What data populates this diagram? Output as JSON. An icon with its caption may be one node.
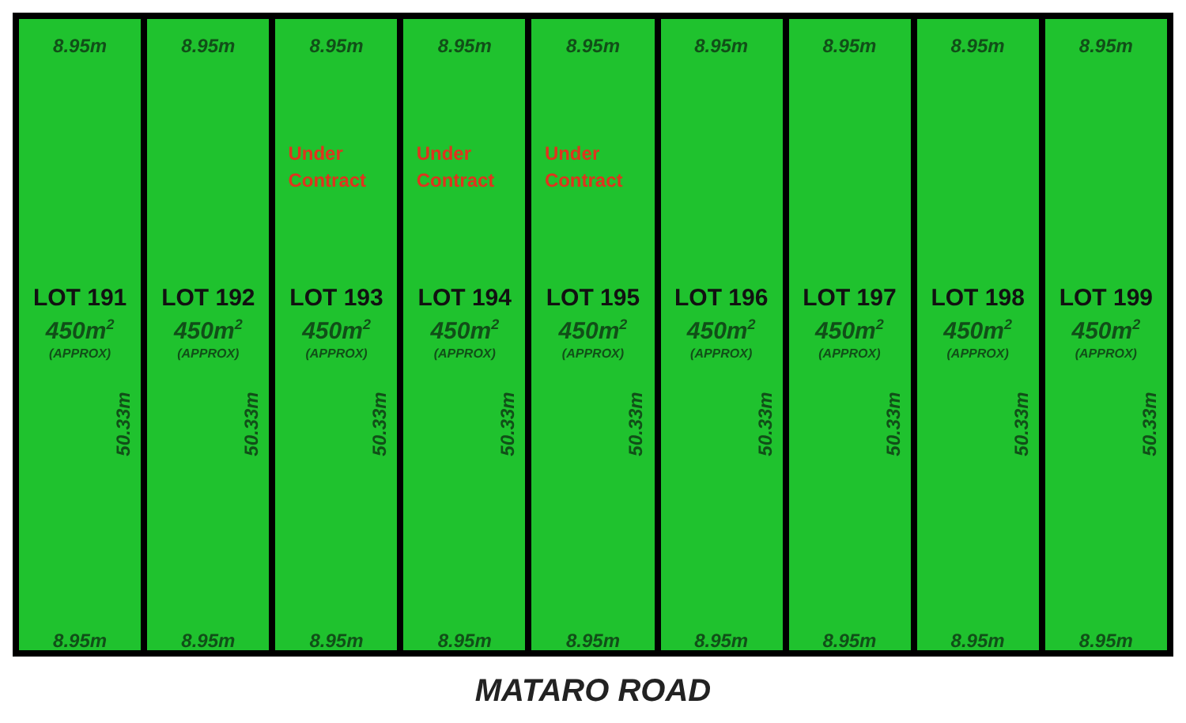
{
  "diagram": {
    "nodes": [
      {
        "text": [
          "8.95m",
          "LOT 191",
          "450m$^{2}$",
          "(APPROX)",
          "50.33m",
          "8.95m"
        ]
      },
      {
        "text": [
          "8.95m",
          "LOT 192",
          "450m$^{2}$",
          "(APPROX)",
          "50.33m",
          "8.95m"
        ]
      },
      {
        "text": [
          "8.95m",
          "Under Contract",
          "LOT 193",
          "450m$^{2}$",
          "(APPROX)",
          "50.33m",
          "8.95m"
        ]
      },
      {
        "text": [
          "8.95m",
          "Under Contract",
          "LOT 194",
          "450m$^{2}$",
          "(APPROX)",
          "50.33m",
          "8.95m"
        ]
      },
      {
        "text": [
          "8.95m",
          "Under Contract",
          "LOT 195",
          "450m$^{2}$",
          "(APPROX)",
          "50.33m",
          "8.95m"
        ]
      },
      {
        "text": [
          "8.95m",
          "LOT 196",
          "450m$^{2}$",
          "(APPROX)",
          "50.33m",
          "8.95m"
        ]
      },
      {
        "text": [
          "8.95m",
          "LOT 197",
          "450m$^{2}$",
          "(APPROX)",
          "50.33m",
          "8.95m"
        ]
      },
      {
        "text": [
          "8.95m",
          "LOT 198",
          "450m$^{2}$",
          "(APPROX)",
          "50.33m",
          "8.95m"
        ]
      },
      {
        "text": [
          "8.95m",
          "LOT 199",
          "450m$^{2}$",
          "(APPROX)",
          "50.33m",
          "8.95m"
        ]
      }
    ],
    "labels": [
      "MATARO ROAD"
    ]
  }
}
